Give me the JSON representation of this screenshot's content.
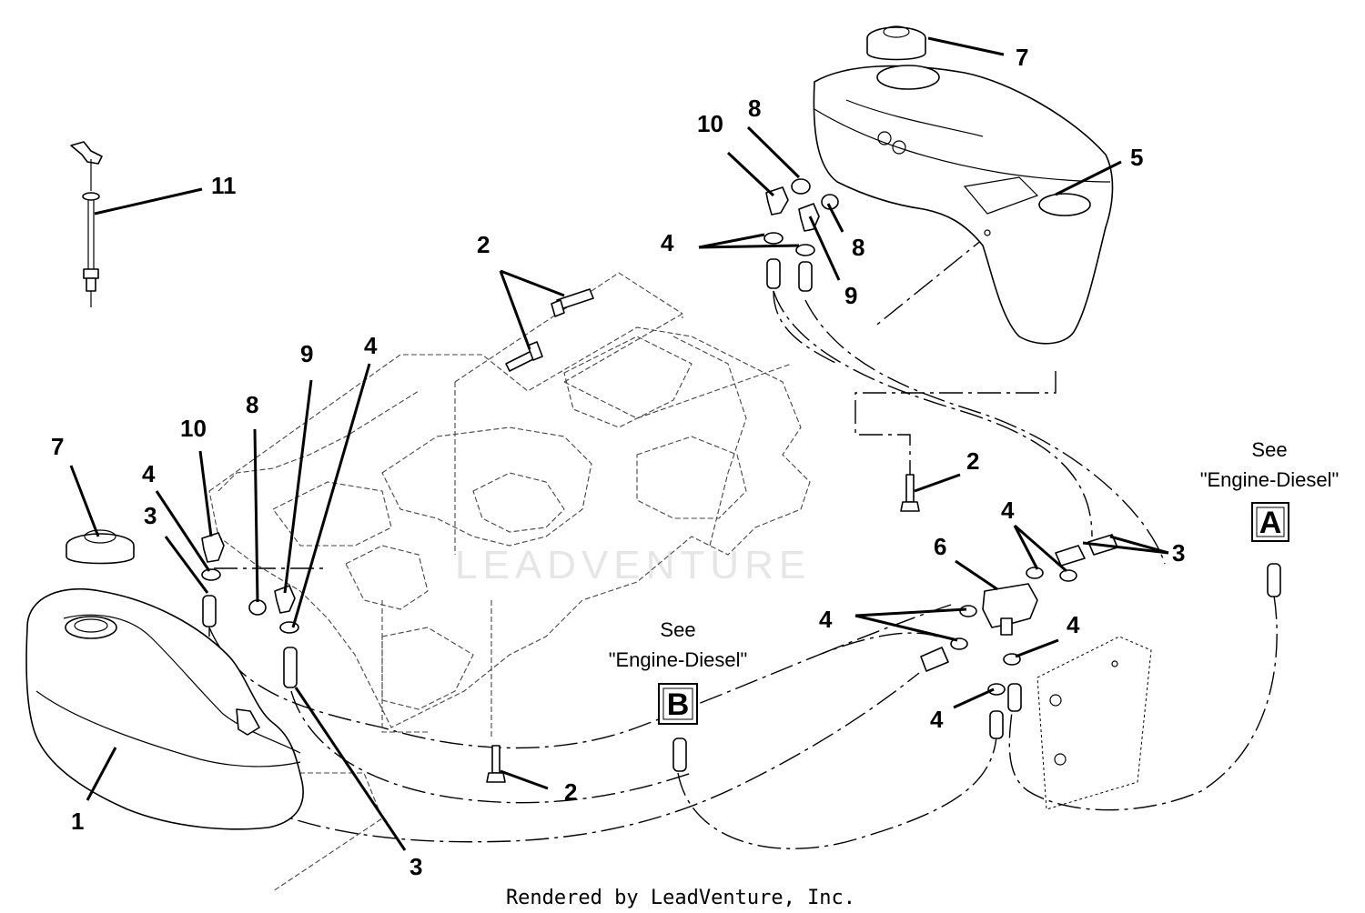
{
  "diagram": {
    "callouts": [
      {
        "id": "c7a",
        "text": "7"
      },
      {
        "id": "c10a",
        "text": "10"
      },
      {
        "id": "c8a",
        "text": "8"
      },
      {
        "id": "c5",
        "text": "5"
      },
      {
        "id": "c11",
        "text": "11"
      },
      {
        "id": "c2a",
        "text": "2"
      },
      {
        "id": "c4a",
        "text": "4"
      },
      {
        "id": "c8b",
        "text": "8"
      },
      {
        "id": "c9a",
        "text": "9"
      },
      {
        "id": "c9b",
        "text": "9"
      },
      {
        "id": "c4b",
        "text": "4"
      },
      {
        "id": "c8c",
        "text": "8"
      },
      {
        "id": "c10b",
        "text": "10"
      },
      {
        "id": "c7b",
        "text": "7"
      },
      {
        "id": "c4c",
        "text": "4"
      },
      {
        "id": "c3a",
        "text": "3"
      },
      {
        "id": "c2b",
        "text": "2"
      },
      {
        "id": "c4d",
        "text": "4"
      },
      {
        "id": "c6",
        "text": "6"
      },
      {
        "id": "c3b",
        "text": "3"
      },
      {
        "id": "c4e",
        "text": "4"
      },
      {
        "id": "c4f",
        "text": "4"
      },
      {
        "id": "c4g",
        "text": "4"
      },
      {
        "id": "c1",
        "text": "1"
      },
      {
        "id": "c2c",
        "text": "2"
      },
      {
        "id": "c3c",
        "text": "3"
      }
    ],
    "references": {
      "a": {
        "see": "See",
        "target": "\"Engine-Diesel\"",
        "letter": "A"
      },
      "b": {
        "see": "See",
        "target": "\"Engine-Diesel\"",
        "letter": "B"
      }
    },
    "watermark": "LEADVENTURE",
    "footer": "Rendered by LeadVenture, Inc."
  }
}
